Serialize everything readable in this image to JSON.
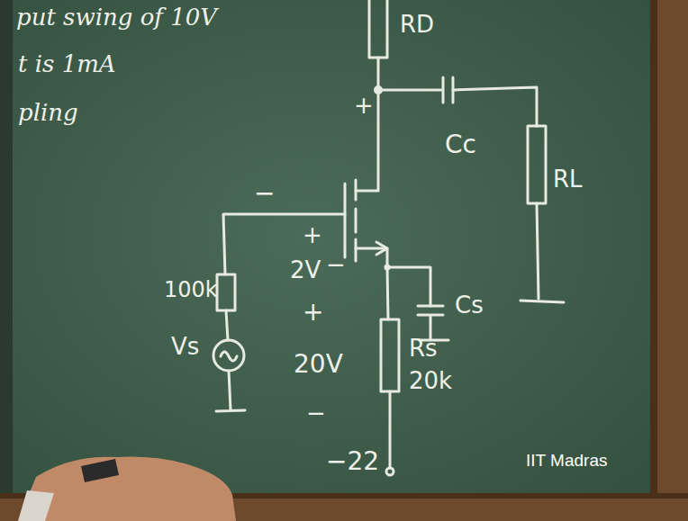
{
  "diagram": {
    "labels": [
      "put swing of 10V",
      "t is 1mA",
      "pling",
      "RD",
      "+",
      "Cc",
      "RL",
      "−",
      "+",
      "2V",
      "−",
      "100k",
      "+",
      "20V",
      "Rs",
      "Cs",
      "Vs",
      "20k",
      "−",
      "−22",
      "IIT Madras"
    ]
  }
}
